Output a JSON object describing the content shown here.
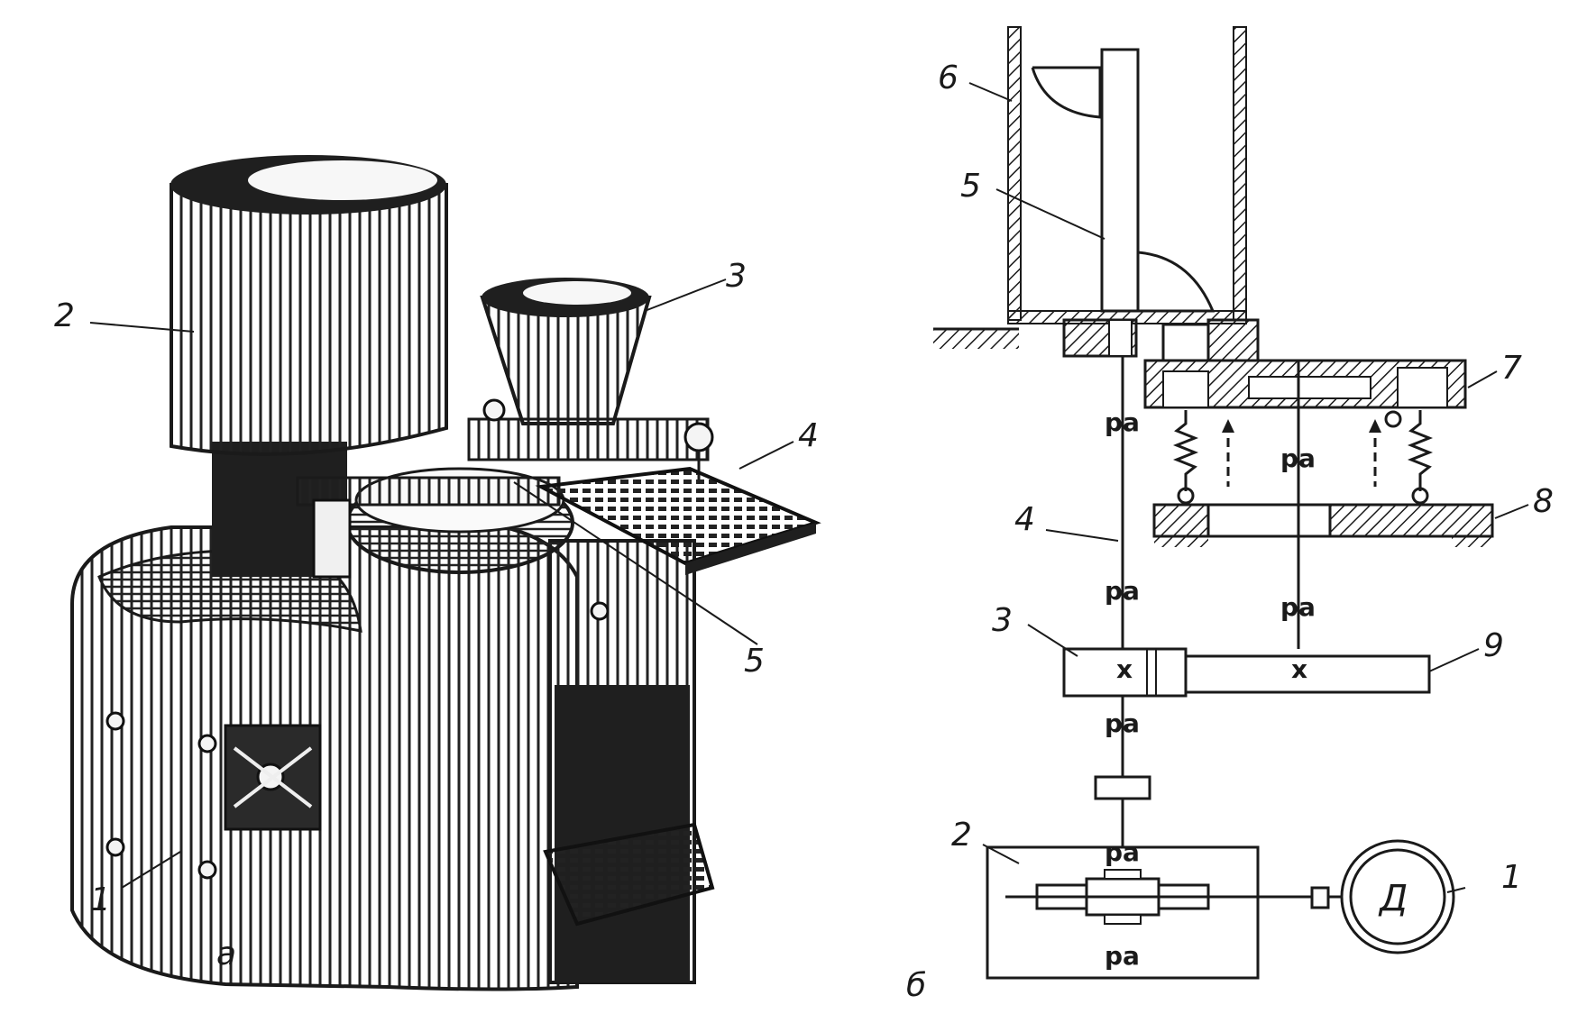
{
  "figure": {
    "left_panel": {
      "caption": "а",
      "callouts": [
        "1",
        "2",
        "3",
        "4",
        "5"
      ]
    },
    "right_panel": {
      "caption": "б",
      "callouts": [
        "1",
        "2",
        "3",
        "4",
        "5",
        "6",
        "7",
        "8",
        "9"
      ],
      "motor_symbol": "Д",
      "bearing_marks": "pa",
      "gear_mark": "x"
    },
    "colors": {
      "ink": "#1a1a1a",
      "paper": "#ffffff"
    }
  }
}
